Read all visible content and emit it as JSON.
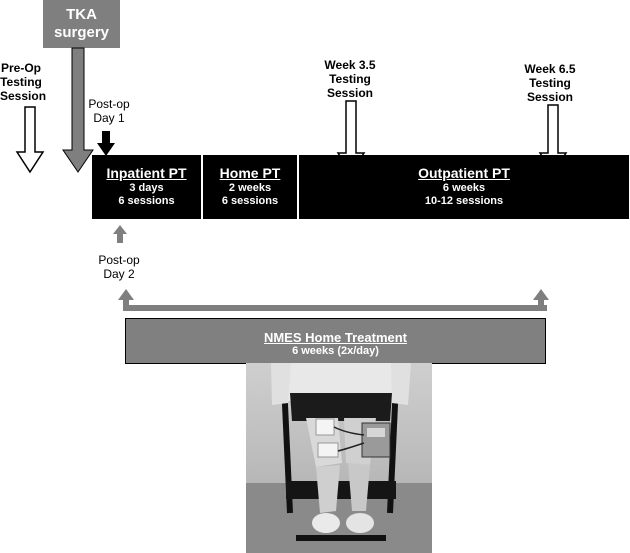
{
  "tka": {
    "line1": "TKA",
    "line2": "surgery"
  },
  "preop": {
    "line1": "Pre-Op",
    "line2": "Testing",
    "line3": "Session"
  },
  "postop_day1": {
    "line1": "Post-op",
    "line2": "Day 1"
  },
  "postop_day2": {
    "line1": "Post-op",
    "line2": "Day 2"
  },
  "week35": {
    "line1": "Week 3.5",
    "line2": "Testing",
    "line3": "Session"
  },
  "week65": {
    "line1": "Week 6.5",
    "line2": "Testing",
    "line3": "Session"
  },
  "phases": [
    {
      "title": "Inpatient PT",
      "line1": "3 days",
      "line2": "6 sessions"
    },
    {
      "title": "Home PT",
      "line1": "2 weeks",
      "line2": "6 sessions"
    },
    {
      "title": "Outpatient PT",
      "line1": "6 weeks",
      "line2": "10-12 sessions"
    }
  ],
  "nmes": {
    "title": "NMES Home Treatment",
    "sub": "6 weeks (2x/day)"
  },
  "colors": {
    "black": "#000000",
    "gray": "#7f7f7f",
    "white": "#ffffff"
  }
}
